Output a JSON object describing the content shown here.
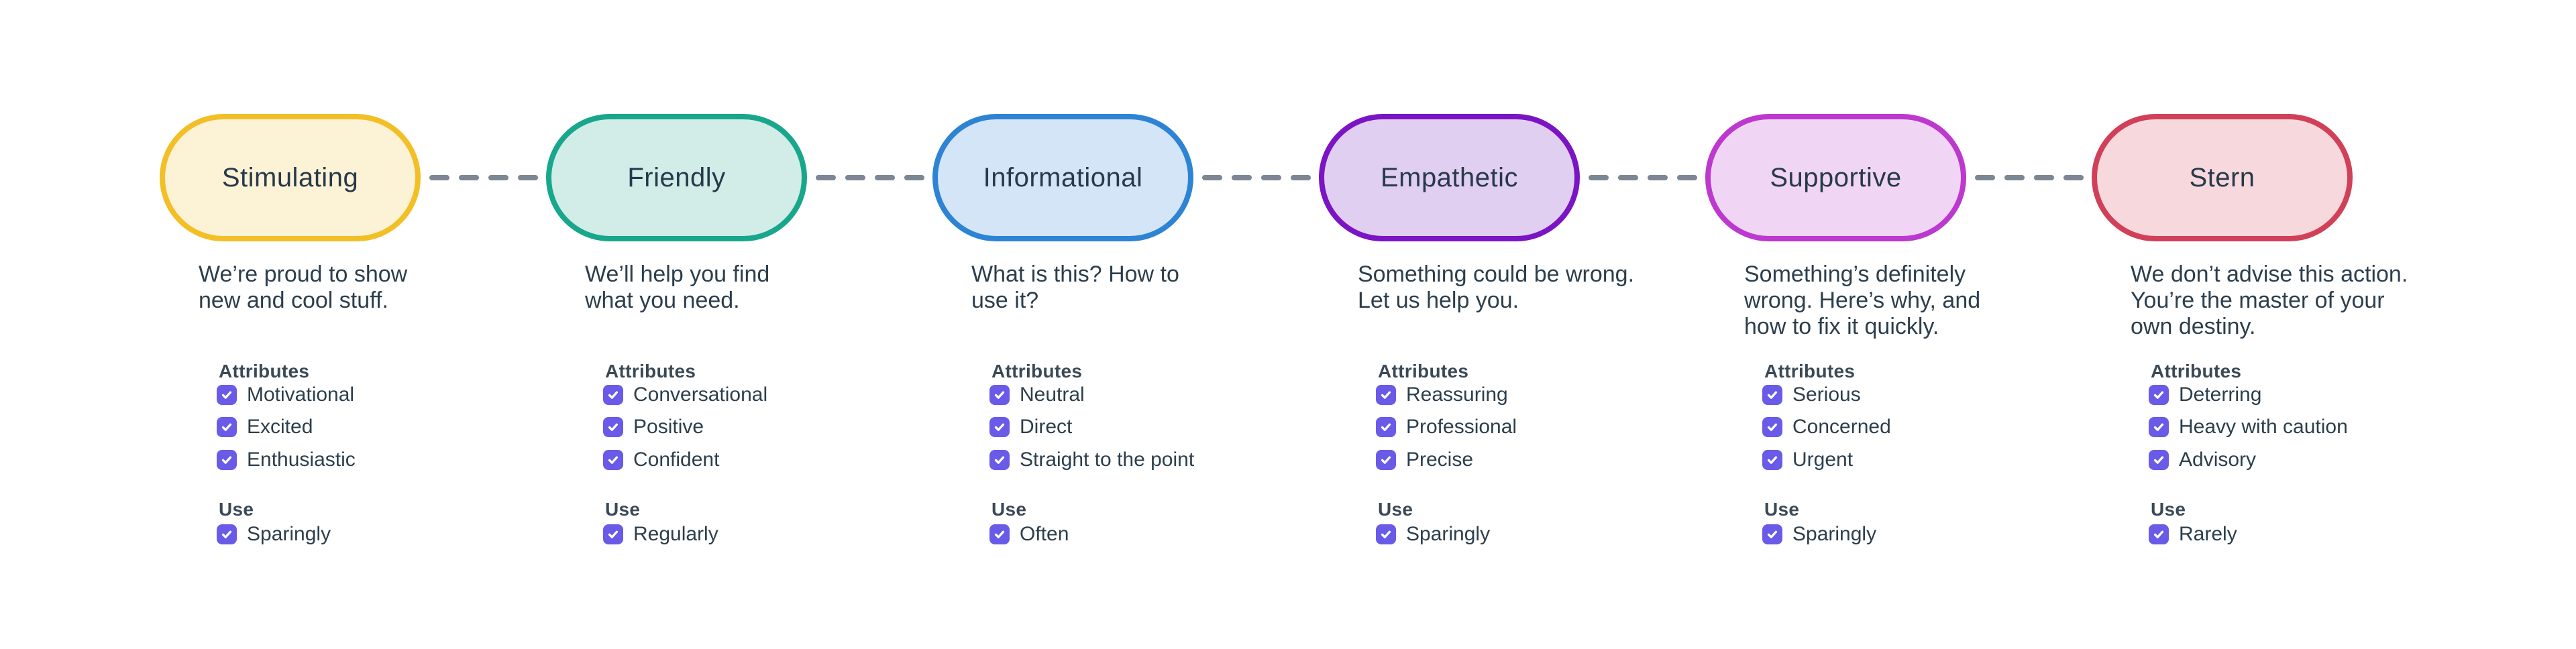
{
  "palette": {
    "background": "#ffffff",
    "text": "#2d3e4c",
    "heading": "#3b4956",
    "checkbox_fill": "#6a5ae8",
    "connector": "#7c8793"
  },
  "labels": {
    "attributes": "Attributes",
    "use": "Use"
  },
  "tones": [
    {
      "name": "Stimulating",
      "colors": {
        "border": "#f2bf27",
        "fill": "#fcf2d5"
      },
      "description_lines": [
        "We’re proud to show",
        "new and cool stuff."
      ],
      "attributes": [
        {
          "label": "Motivational",
          "checked": true
        },
        {
          "label": "Excited",
          "checked": true
        },
        {
          "label": "Enthusiastic",
          "checked": true
        }
      ],
      "use": {
        "label": "Sparingly",
        "checked": true
      }
    },
    {
      "name": "Friendly",
      "colors": {
        "border": "#18a78c",
        "fill": "#d2ece7"
      },
      "description_lines": [
        "We’ll help you find",
        "what you need."
      ],
      "attributes": [
        {
          "label": "Conversational",
          "checked": true
        },
        {
          "label": "Positive",
          "checked": true
        },
        {
          "label": "Confident",
          "checked": true
        }
      ],
      "use": {
        "label": "Regularly",
        "checked": true
      }
    },
    {
      "name": "Informational",
      "colors": {
        "border": "#2d83d4",
        "fill": "#d4e5f7"
      },
      "description_lines": [
        "What is this? How to",
        "use it?"
      ],
      "attributes": [
        {
          "label": "Neutral",
          "checked": true
        },
        {
          "label": "Direct",
          "checked": true
        },
        {
          "label": "Straight to the point",
          "checked": true
        }
      ],
      "use": {
        "label": "Often",
        "checked": true
      }
    },
    {
      "name": "Empathetic",
      "colors": {
        "border": "#7a14c4",
        "fill": "#e0cff0"
      },
      "description_lines": [
        "Something could be wrong.",
        "Let us help you."
      ],
      "attributes": [
        {
          "label": "Reassuring",
          "checked": true
        },
        {
          "label": "Professional",
          "checked": true
        },
        {
          "label": "Precise",
          "checked": true
        }
      ],
      "use": {
        "label": "Sparingly",
        "checked": true
      }
    },
    {
      "name": "Supportive",
      "colors": {
        "border": "#bc38ce",
        "fill": "#f0d6f4"
      },
      "description_lines": [
        "Something’s definitely",
        "wrong. Here’s why, and",
        "how to fix it quickly."
      ],
      "attributes": [
        {
          "label": "Serious",
          "checked": true
        },
        {
          "label": "Concerned",
          "checked": true
        },
        {
          "label": "Urgent",
          "checked": true
        }
      ],
      "use": {
        "label": "Sparingly",
        "checked": true
      }
    },
    {
      "name": "Stern",
      "colors": {
        "border": "#d04159",
        "fill": "#f7d9dd"
      },
      "description_lines": [
        "We don’t advise this action.",
        "You’re the master of your",
        "own destiny."
      ],
      "attributes": [
        {
          "label": "Deterring",
          "checked": true
        },
        {
          "label": "Heavy with caution",
          "checked": true
        },
        {
          "label": "Advisory",
          "checked": true
        }
      ],
      "use": {
        "label": "Rarely",
        "checked": true
      }
    }
  ]
}
